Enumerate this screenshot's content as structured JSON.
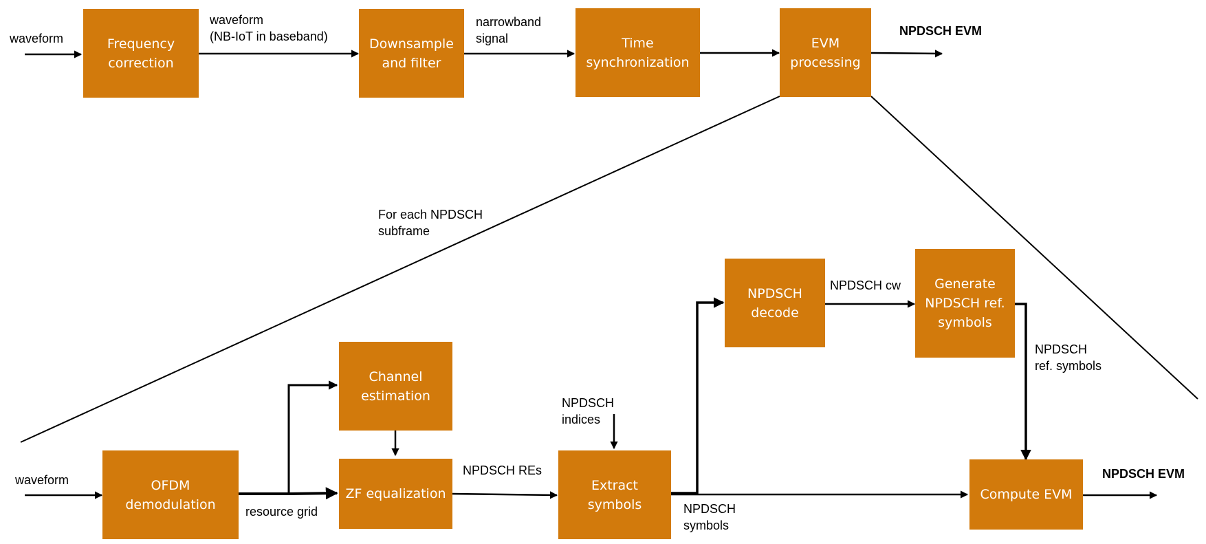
{
  "blocks": {
    "freq": "Frequency\ncorrection",
    "down": "Downsample\nand filter",
    "time": "Time\nsynchronization",
    "evmproc": "EVM\nprocessing",
    "ofdm": "OFDM\ndemodulation",
    "chest": "Channel\nestimation",
    "zf": "ZF equalization",
    "extract": "Extract\nsymbols",
    "decode": "NPDSCH\ndecode",
    "gen": "Generate\nNPDSCH ref.\nsymbols",
    "compute": "Compute EVM"
  },
  "labels": {
    "waveform_in_top": "waveform",
    "waveform_nb": "waveform\n(NB-IoT in baseband)",
    "narrowband": "narrowband\nsignal",
    "evm_out_top": "NPDSCH EVM",
    "for_each": "For each NPDSCH\nsubframe",
    "waveform_in_bottom": "waveform",
    "resource_grid": "resource grid",
    "npdsch_res": "NPDSCH REs",
    "npdsch_indices": "NPDSCH\nindices",
    "npdsch_symbols": "NPDSCH\nsymbols",
    "npdsch_cw": "NPDSCH cw",
    "npdsch_ref": "NPDSCH\nref. symbols",
    "evm_out_bottom": "NPDSCH EVM"
  },
  "colors": {
    "block_fill": "#D27A0C",
    "block_text": "#FFFFFF",
    "line": "#000000"
  }
}
